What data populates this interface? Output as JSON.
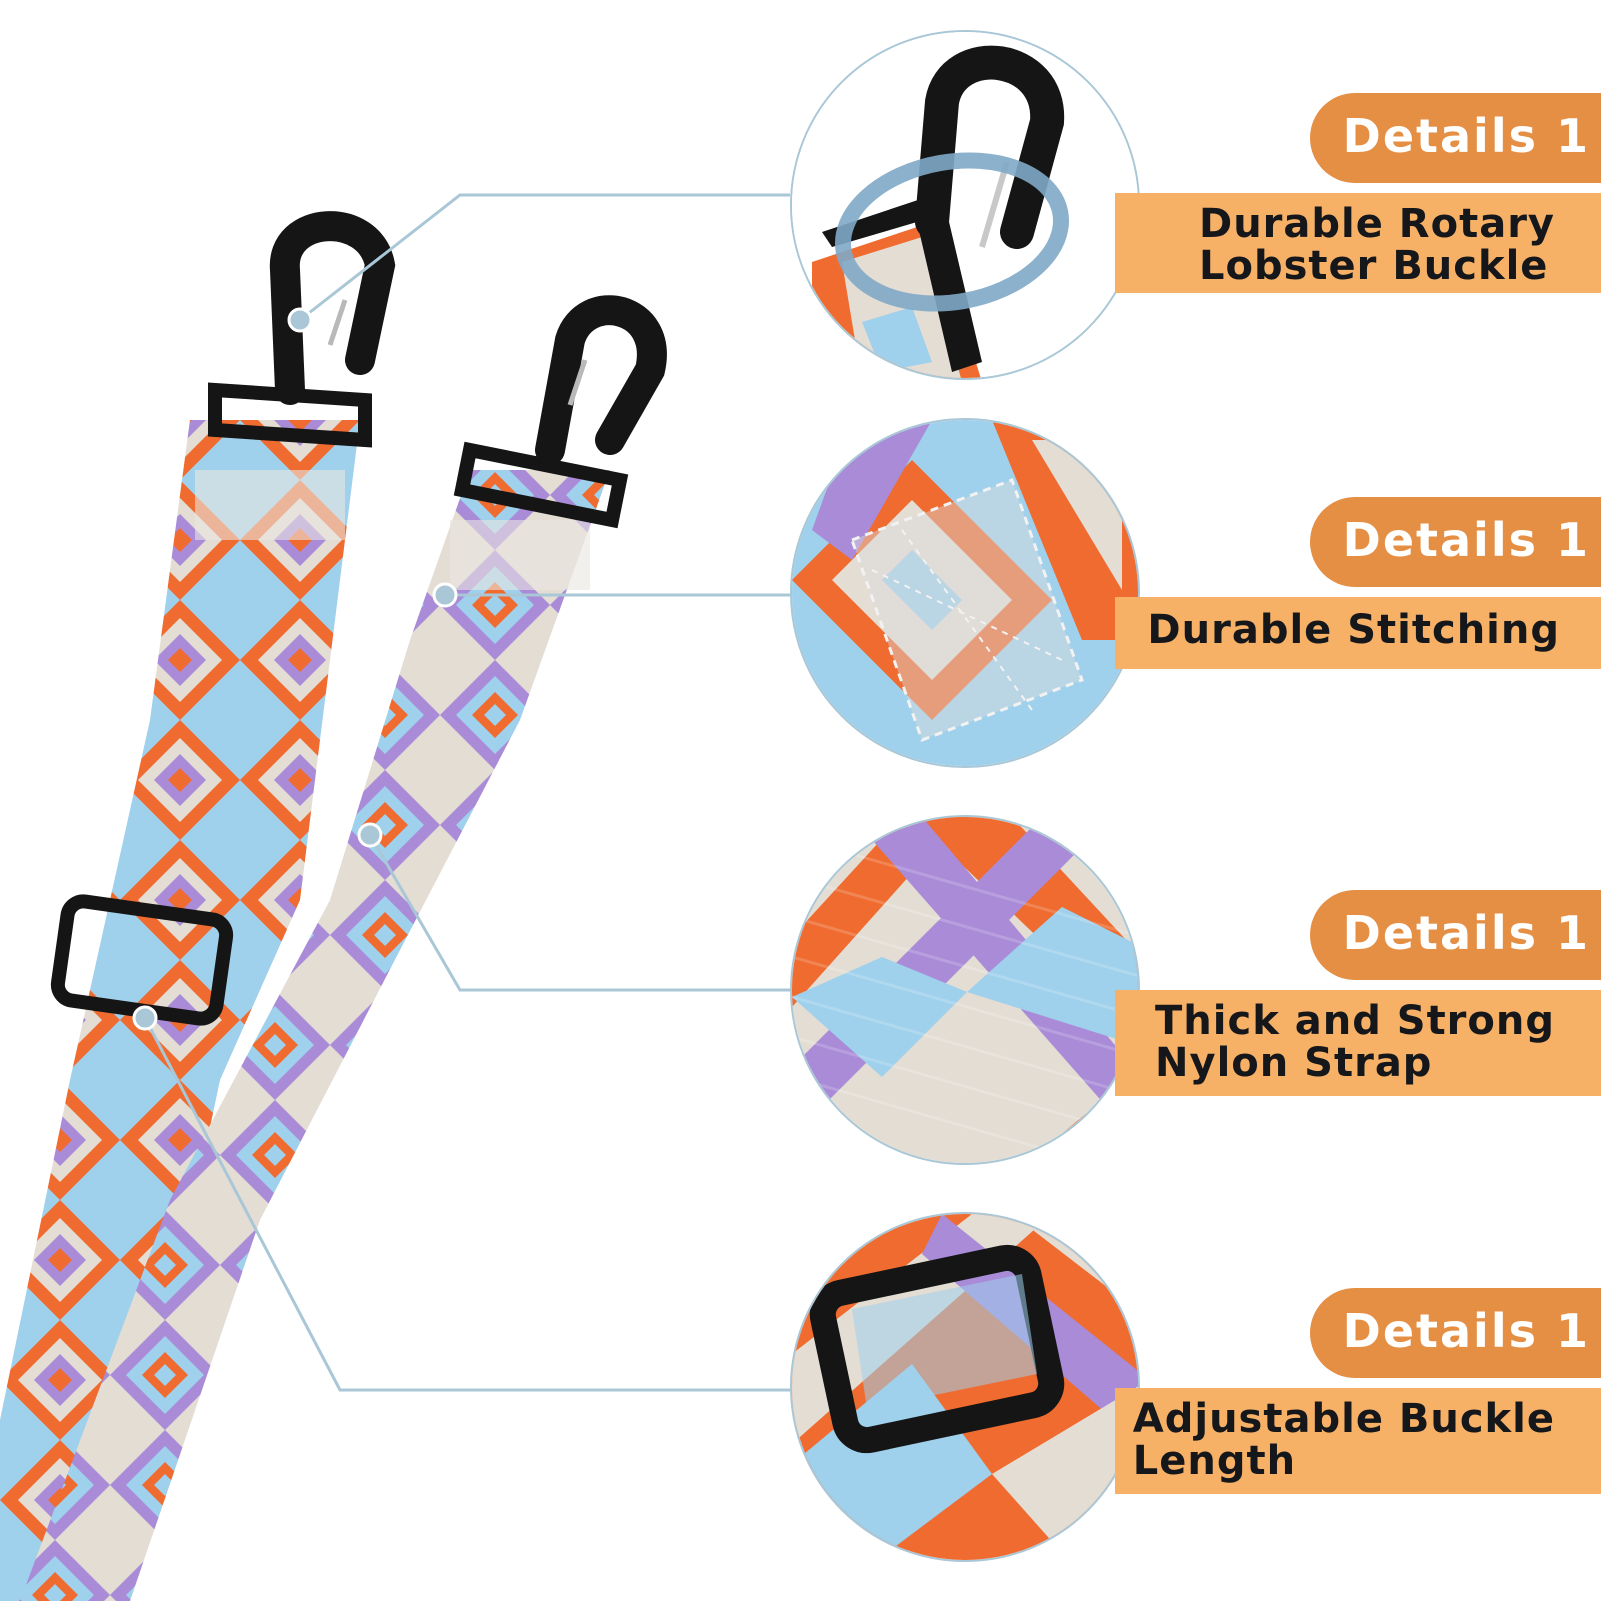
{
  "details": [
    {
      "badge": "Details 1",
      "lines": [
        "Durable Rotary",
        "Lobster Buckle"
      ],
      "icon": "lobster-clasp-icon"
    },
    {
      "badge": "Details 1",
      "lines": [
        "Durable Stitching"
      ],
      "icon": "stitching-icon"
    },
    {
      "badge": "Details 1",
      "lines": [
        "Thick and Strong",
        "Nylon Strap"
      ],
      "icon": "strap-weave-icon"
    },
    {
      "badge": "Details 1",
      "lines": [
        "Adjustable Buckle",
        "Length"
      ],
      "icon": "slider-buckle-icon"
    }
  ],
  "colors": {
    "badge": "#e58f44",
    "band": "#f6b167",
    "strap_orange": "#ef6b2f",
    "strap_purple": "#a98bd8",
    "strap_blue": "#9fd0ec",
    "strap_beige": "#e3ddd4",
    "hardware": "#151515",
    "callout_line": "#a9c7d6"
  }
}
